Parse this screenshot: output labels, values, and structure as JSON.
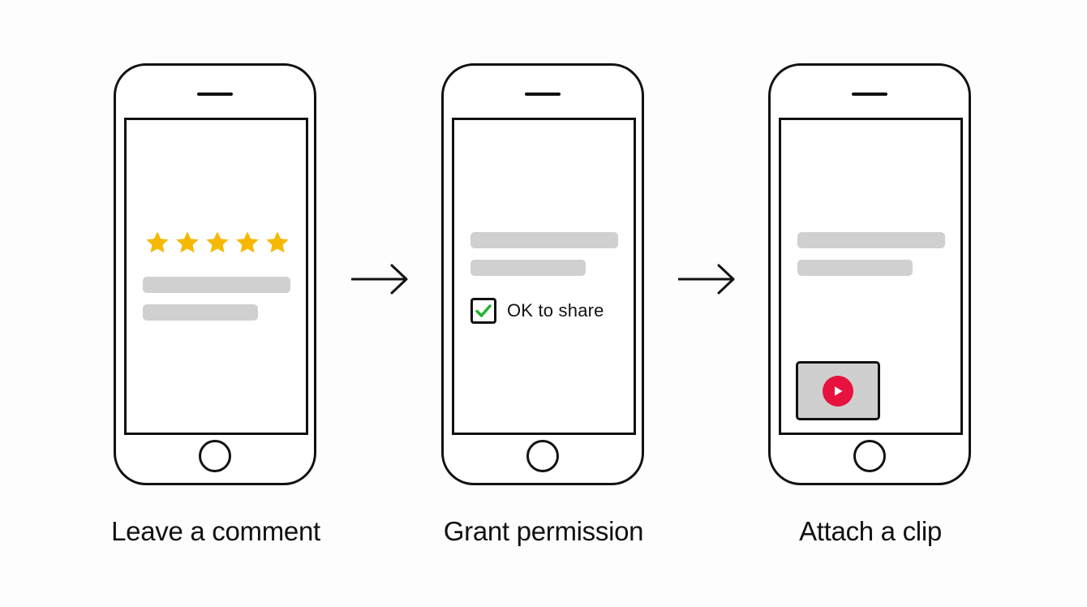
{
  "steps": [
    {
      "caption": "Leave a comment",
      "rating": {
        "value": 5,
        "max": 5,
        "icon": "star-icon",
        "color": "#F6B800"
      }
    },
    {
      "caption": "Grant permission",
      "checkbox": {
        "label": "OK to share",
        "checked": true,
        "icon": "checkmark-icon",
        "color": "#1DB32E"
      }
    },
    {
      "caption": "Attach a clip",
      "clip": {
        "icon": "play-icon",
        "color": "#E8123F"
      }
    }
  ],
  "connectors": [
    {
      "icon": "arrow-right-icon"
    },
    {
      "icon": "arrow-right-icon"
    }
  ],
  "colors": {
    "outline": "#111111",
    "placeholder_bar": "#D0D0D0",
    "background": "#FDFDFD"
  }
}
